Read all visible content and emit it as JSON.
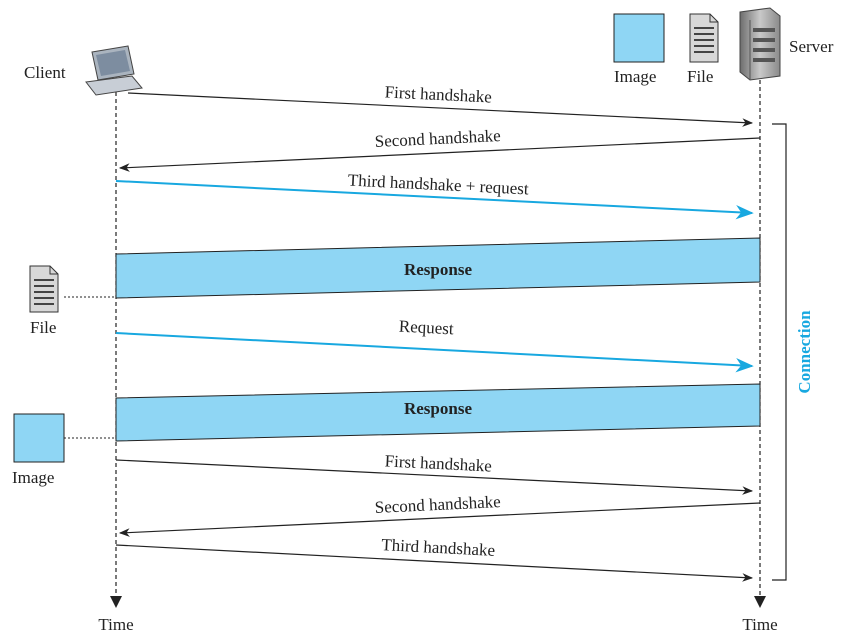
{
  "actors": {
    "client": "Client",
    "server": "Server"
  },
  "legend": {
    "image": "Image",
    "file": "File"
  },
  "axis": {
    "client_time": "Time",
    "server_time": "Time"
  },
  "side_objects": {
    "file": "File",
    "image": "Image"
  },
  "messages": [
    {
      "label": "First handshake",
      "direction": "to-server",
      "style": "black"
    },
    {
      "label": "Second handshake",
      "direction": "to-client",
      "style": "black"
    },
    {
      "label": "Third handshake + request",
      "direction": "to-server",
      "style": "blue"
    },
    {
      "label": "Response",
      "direction": "to-client",
      "style": "band"
    },
    {
      "label": "Request",
      "direction": "to-server",
      "style": "blue"
    },
    {
      "label": "Response",
      "direction": "to-client",
      "style": "band"
    },
    {
      "label": "First handshake",
      "direction": "to-server",
      "style": "black"
    },
    {
      "label": "Second handshake",
      "direction": "to-client",
      "style": "black"
    },
    {
      "label": "Third handshake",
      "direction": "to-server",
      "style": "black"
    }
  ],
  "connection_label": "Connection",
  "colors": {
    "accent_blue": "#18a8e0",
    "band_fill": "#8fd6f4",
    "line": "#222222"
  }
}
